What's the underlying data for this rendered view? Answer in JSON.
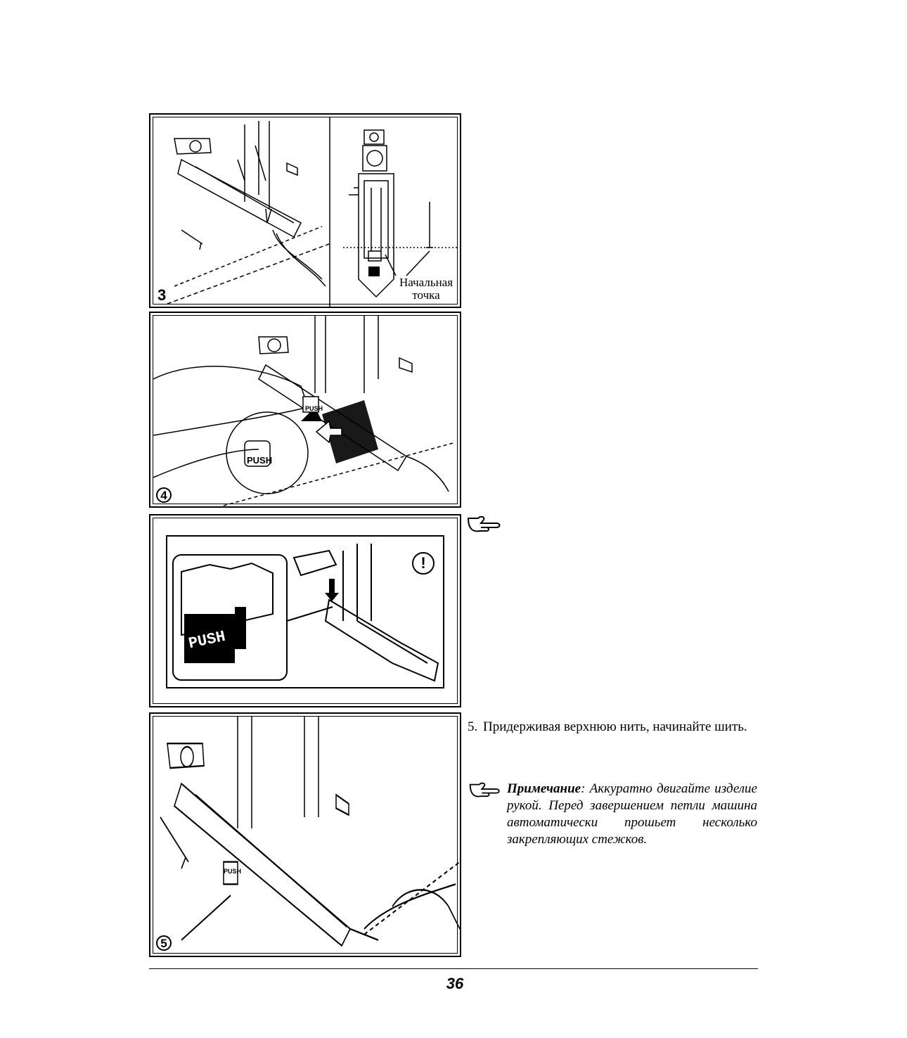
{
  "figures": {
    "fig3": {
      "label": "3",
      "callout_line1": "Начальная",
      "callout_line2": "точка"
    },
    "fig4": {
      "label": "4",
      "push_small": "PUSH",
      "push_large": "PUSH"
    },
    "warning": {
      "push_label": "PUSH",
      "warning_symbol": "!"
    },
    "fig5": {
      "label": "5",
      "push_label": "PUSH"
    }
  },
  "step5": {
    "number": "5.",
    "text": "Придерживая верхнюю нить, начинайте шить."
  },
  "note": {
    "title": "Примечание",
    "separator": ":",
    "text": " Аккуратно двигайте изделие рукой. Перед завершением петли машина автоматически прошьет несколько закрепляющих стежков."
  },
  "icons": [
    "pointing-hand-icon",
    "warning-icon"
  ],
  "footer": {
    "page_number": "36"
  }
}
